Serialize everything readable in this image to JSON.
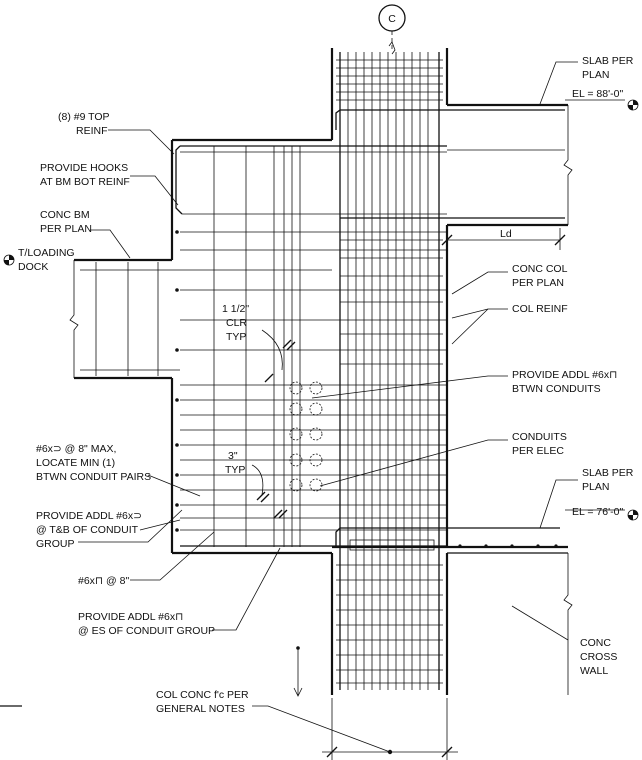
{
  "grid": {
    "label": "C"
  },
  "notes": {
    "top_reinf": [
      "(8) #9 TOP",
      "REINF"
    ],
    "hooks": [
      "PROVIDE HOOKS",
      "AT BM BOT REINF"
    ],
    "conc_bm": [
      "CONC BM",
      "PER PLAN"
    ],
    "loading_dock": [
      "T/LOADING",
      "DOCK"
    ],
    "clr": [
      "1 1/2\"",
      "CLR",
      "TYP"
    ],
    "spacing_3": [
      "3\"",
      "TYP"
    ],
    "ties_8max": [
      "#6x⊃ @ 8\" MAX,",
      "LOCATE MIN (1)",
      "BTWN CONDUIT PAIRS"
    ],
    "addl_tb": [
      "PROVIDE ADDL #6x⊃",
      "@ T&B OF CONDUIT",
      "GROUP"
    ],
    "ties_8": [
      "#6x⊓ @ 8\""
    ],
    "addl_es": [
      "PROVIDE ADDL #6x⊓",
      "@ ES OF CONDUIT GROUP"
    ],
    "col_conc": [
      "COL CONC f'c PER",
      "GENERAL NOTES"
    ],
    "slab_top": [
      "SLAB PER",
      "PLAN"
    ],
    "el_top": "EL = 88'-0\"",
    "ld": "Ld",
    "conc_col": [
      "CONC COL",
      "PER PLAN"
    ],
    "col_reinf": [
      "COL REINF"
    ],
    "addl_btwn": [
      "PROVIDE ADDL #6x⊓",
      "BTWN CONDUITS"
    ],
    "conduits": [
      "CONDUITS",
      "PER ELEC"
    ],
    "slab_bot": [
      "SLAB PER",
      "PLAN"
    ],
    "el_bot": "EL = 76'-0\"",
    "cross_wall": [
      "CONC",
      "CROSS",
      "WALL"
    ]
  }
}
